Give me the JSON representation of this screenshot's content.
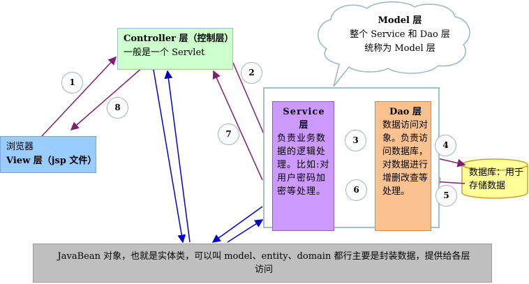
{
  "controller": {
    "title": "Controller 层（控制层）",
    "desc": "一般是一个 Servlet"
  },
  "view": {
    "line1": "浏览器",
    "line2": "View 层（jsp 文件）"
  },
  "model": {
    "title": "Model 层",
    "line1": "整个 Service 和 Dao 层",
    "line2": "统称为 Model 层"
  },
  "service": {
    "title": "Service 层",
    "desc": "负责业务数据的逻辑处理。比如:对用户密码加密等处理。"
  },
  "dao": {
    "title": "Dao 层",
    "desc": "数据访问对象。负责访问数据库，对数据进行增删改查等处理。"
  },
  "db": {
    "label": "数据库：用于存储数据"
  },
  "javabean": {
    "line1": "JavaBean 对象，也就是实体类，可以叫 model、entity、domain 都行主要是封装数据，提供给各层",
    "line2": "访问"
  },
  "steps": [
    "1",
    "2",
    "3",
    "4",
    "5",
    "6",
    "7",
    "8"
  ],
  "colors": {
    "controller": "#ccffcc",
    "view": "#99ccff",
    "service": "#cc99ff",
    "dao": "#fbc290",
    "db": "#ffff99",
    "javabean": "#bfbfbf",
    "arrow_purple": "#7f1f6f",
    "arrow_blue": "#0000cc"
  }
}
